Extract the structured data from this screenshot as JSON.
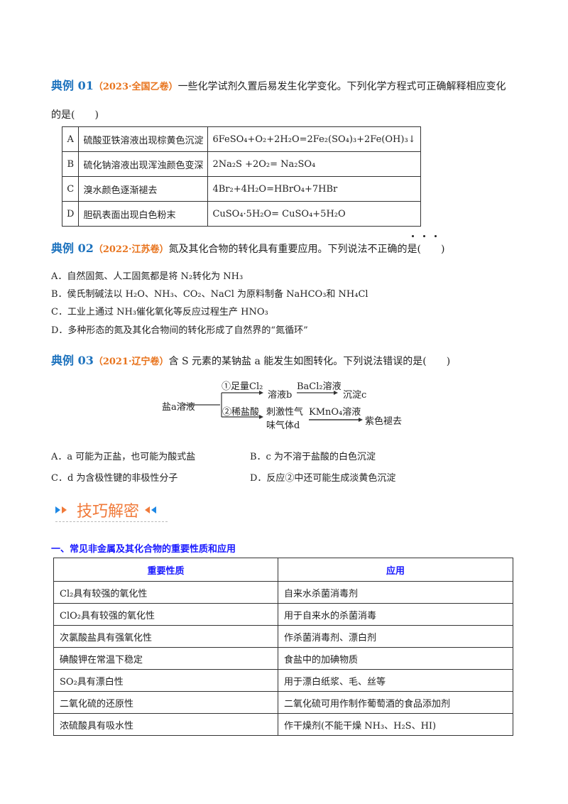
{
  "ex1": {
    "label": "典例 01",
    "source": "（2023·全国乙卷）",
    "question_line1": "一些化学试剂久置后易发生化学变化。下列化学方程式可正确解释相应变化",
    "question_line2": "的是(　　)",
    "rows": [
      {
        "letter": "A",
        "phenomenon": "硫酸亚铁溶液出现棕黄色沉淀",
        "equation": "6FeSO₄+O₂+2H₂O=2Fe₂(SO₄)₃+2Fe(OH)₃↓"
      },
      {
        "letter": "B",
        "phenomenon": "硫化钠溶液出现浑浊颜色变深",
        "equation": "2Na₂S +2O₂= Na₂SO₄"
      },
      {
        "letter": "C",
        "phenomenon": "溴水颜色逐渐褪去",
        "equation": "4Br₂+4H₂O=HBrO₄+7HBr"
      },
      {
        "letter": "D",
        "phenomenon": "胆矾表面出现白色粉末",
        "equation": "CuSO₄·5H₂O= CuSO₄+5H₂O"
      }
    ]
  },
  "ex2": {
    "label": "典例 02",
    "source": "（2022·江苏卷）",
    "question": "氮及其化合物的转化具有重要应用。下列说法不正确的是(　　)",
    "options": [
      "A．自然固氮、人工固氮都是将 N₂转化为 NH₃",
      "B．侯氏制碱法以 H₂O、NH₃、CO₂、NaCl 为原料制备 NaHCO₃和 NH₄Cl",
      "C．工业上通过 NH₃催化氧化等反应过程生产 HNO₃",
      "D．多种形态的氮及其化合物间的转化形成了自然界的“氮循环”"
    ]
  },
  "ex3": {
    "label": "典例 03",
    "source": "（2021·辽宁卷）",
    "question": "含 S 元素的某钠盐 a 能发生如图转化。下列说法错误的是(　　)",
    "diagram": {
      "start": "盐a溶液",
      "step1": "①足量Cl₂",
      "product_b": "溶液b",
      "reagent_bacl2": "BaCl₂溶液",
      "product_c": "沉淀c",
      "step2": "②稀盐酸",
      "gas_d_line1": "刺激性气",
      "gas_d_line2": "味气体d",
      "reagent_kmno4": "KMnO₄溶液",
      "result": "紫色褪去"
    },
    "options": [
      "A．a 可能为正盐，也可能为酸式盐",
      "B．c 为不溶于盐酸的白色沉淀",
      "C．d 为含极性键的非极性分子",
      "D．反应②中还可能生成淡黄色沉淀"
    ]
  },
  "skills": {
    "title": "技巧解密",
    "colors": {
      "arrow_blue": "#1e88e5",
      "arrow_orange": "#f07a3a"
    }
  },
  "section1": {
    "heading": "一、常见非金属及其化合物的重要性质和应用",
    "headers": [
      "重要性质",
      "应用"
    ],
    "rows": [
      [
        "Cl₂具有较强的氧化性",
        "自来水杀菌消毒剂"
      ],
      [
        "ClO₂具有较强的氧化性",
        "用于自来水的杀菌消毒"
      ],
      [
        "次氯酸盐具有强氧化性",
        "作杀菌消毒剂、漂白剂"
      ],
      [
        "碘酸钾在常温下稳定",
        "食盐中的加碘物质"
      ],
      [
        "SO₂具有漂白性",
        "用于漂白纸浆、毛、丝等"
      ],
      [
        "二氧化硫的还原性",
        "二氧化硫可用作制作葡萄酒的食品添加剂"
      ],
      [
        "浓硫酸具有吸水性",
        "作干燥剂(不能干燥 NH₃、H₂S、HI)"
      ]
    ]
  }
}
